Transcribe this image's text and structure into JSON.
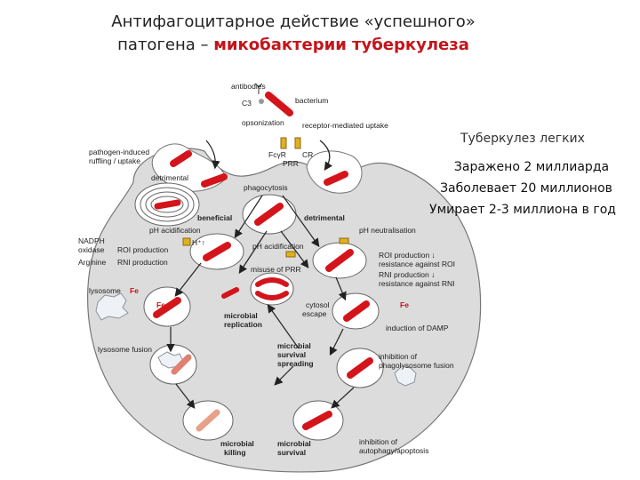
{
  "title": {
    "line1": "Антифагоцитарное действие «успешного»",
    "line2_plain": "патогена – ",
    "line2_highlight": "микобактерии туберкулеза"
  },
  "side_panel": {
    "heading": "Туберкулез легких",
    "stats": [
      "Заражено 2 миллиарда",
      "Заболевает 20 миллионов",
      "Умирает 2-3 миллиона в год"
    ]
  },
  "diagram": {
    "labels": {
      "antibodies": "antibodies",
      "bacterium": "bacterium",
      "c3": "C3",
      "opsonization": "opsonization",
      "receptor_uptake": "receptor-mediated uptake",
      "pathogen_induced": "pathogen-induced",
      "ruffling": "ruffling / uptake",
      "fcyr": "FcγR",
      "cr": "CR",
      "prr": "PRR",
      "detrimental_left": "detrimental",
      "phagocytosis": "phagocytosis",
      "beneficial": "beneficial",
      "detrimental_mid": "detrimental",
      "ph_acid_left": "pH acidification",
      "h_plus": "H⁺↑",
      "nadph": "NADPH",
      "oxidase": "oxidase",
      "roi_prod_left": "ROI production",
      "arginine": "Arginine",
      "rni_prod_left": "RNI production",
      "ph_acid_mid": "pH acidification",
      "ph_neutral": "pH neutralisation",
      "roi_prod_right": "ROI production ↓",
      "roi_resist": "resistance against ROI",
      "rni_prod_right": "RNI production ↓",
      "rni_resist": "resistance against RNI",
      "misuse_prr": "misuse of PRR",
      "lysosome": "lysosome",
      "fe1": "Fe",
      "fe2": "Fe",
      "fe3": "Fe",
      "microbial_replication_1": "microbial",
      "microbial_replication_2": "replication",
      "cytosol_1": "cytosol",
      "cytosol_2": "escape",
      "induction_damp": "induction of DAMP",
      "lysosome_fusion": "lysosome fusion",
      "survival_spread_1": "microbial",
      "survival_spread_2": "survival",
      "survival_spread_3": "spreading",
      "inhib_phago_1": "inhibition of",
      "inhib_phago_2": "phagolysosome fusion",
      "killing_1": "microbial",
      "killing_2": "killing",
      "survival_1": "microbial",
      "survival_2": "survival",
      "inhib_auto_1": "inhibition of",
      "inhib_auto_2": "autophagy/apoptosis"
    }
  },
  "colors": {
    "bacterium": "#d4141b",
    "cell_fill": "#dcdcdc",
    "vesicle_fill": "#ffffff",
    "outline": "#555555",
    "title_highlight": "#c4141b",
    "fe_red": "#c4141b",
    "receptor": "#e0b020"
  }
}
